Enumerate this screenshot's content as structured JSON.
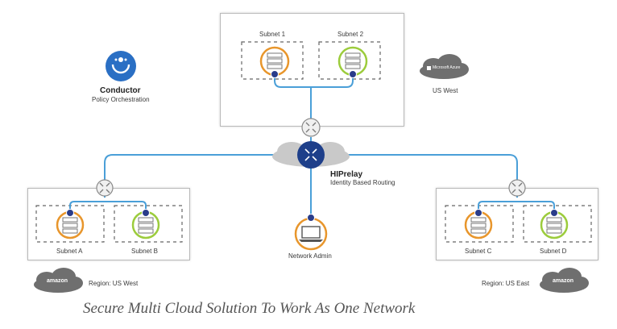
{
  "conductor": {
    "title": "Conductor",
    "subtitle": "Policy Orchestration"
  },
  "hiprelay": {
    "title": "HIPrelay",
    "subtitle": "Identity Based Routing"
  },
  "top_cloud": {
    "subnets": [
      "Subnet 1",
      "Subnet 2"
    ],
    "provider_logo_text": "Microsoft Azure",
    "region": "US West"
  },
  "left_cloud": {
    "subnets": [
      "Subnet A",
      "Subnet B"
    ],
    "provider_logo_text": "amazon",
    "region": "Region: US West"
  },
  "right_cloud": {
    "subnets": [
      "Subnet C",
      "Subnet D"
    ],
    "provider_logo_text": "amazon",
    "region": "Region: US East"
  },
  "admin": {
    "label": "Network Admin"
  },
  "caption": "Secure Multi Cloud Solution To Work As One Network",
  "colors": {
    "orange": "#e8962c",
    "green": "#9ccc3c",
    "blue": "#4a9fd8",
    "navy": "#1e3f8a",
    "conductor_blue": "#2a6fc4"
  }
}
